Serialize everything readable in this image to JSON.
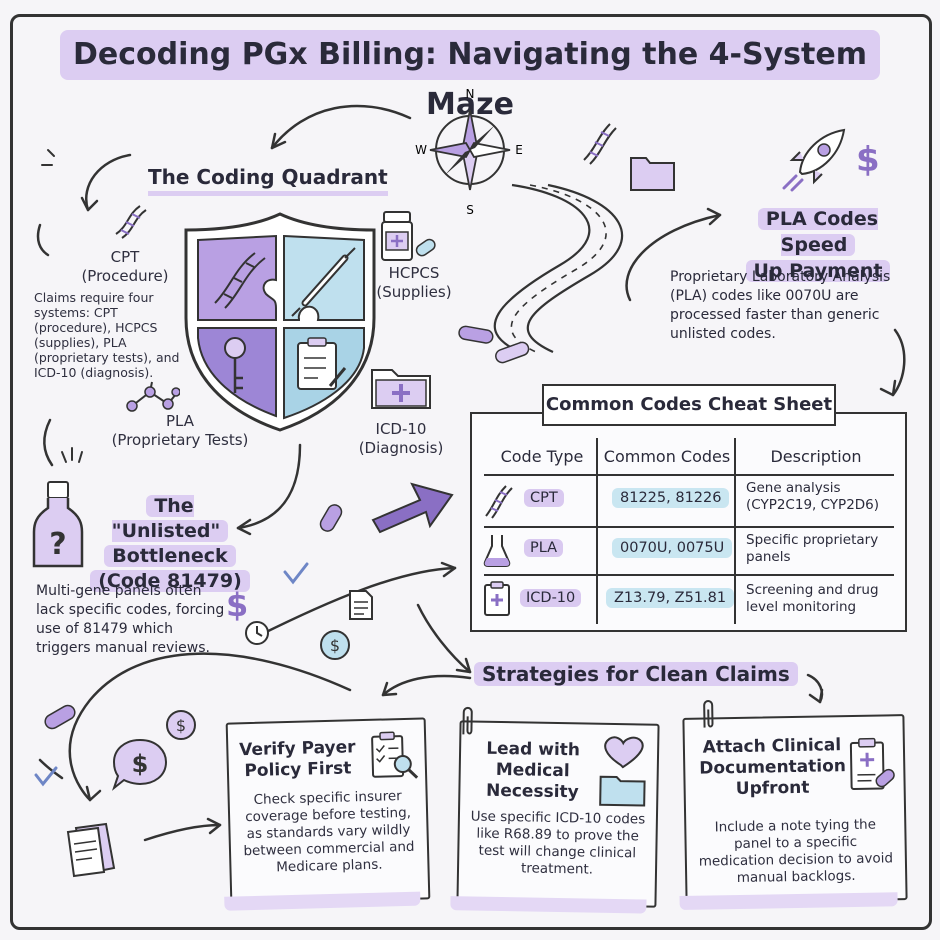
{
  "title": "Decoding PGx Billing: Navigating the 4-System Maze",
  "compass": {
    "n": "N",
    "e": "E",
    "s": "S",
    "w": "W"
  },
  "quadrant": {
    "heading": "The Coding Quadrant",
    "cpt_label": "CPT",
    "cpt_sub": "(Procedure)",
    "intro": "Claims require four systems: CPT (procedure), HCPCS (supplies), PLA (proprietary tests), and ICD-10 (diagnosis).",
    "hcpcs_label": "HCPCS",
    "hcpcs_sub": "(Supplies)",
    "pla_label": "PLA",
    "pla_sub": "(Proprietary Tests)",
    "icd_label": "ICD-10",
    "icd_sub": "(Diagnosis)"
  },
  "pla_speed": {
    "heading_line1": "PLA Codes Speed",
    "heading_line2": "Up Payment",
    "body": "Proprietary Laboratory Analysis (PLA) codes like 0070U are processed faster than generic unlisted codes."
  },
  "bottleneck": {
    "heading_line1": "The \"Unlisted\"",
    "heading_line2": "Bottleneck",
    "heading_line3": "(Code 81479)",
    "body": "Multi-gene panels often lack specific codes, forcing use of 81479 which triggers manual reviews."
  },
  "cheat_sheet": {
    "title": "Common Codes Cheat Sheet",
    "headers": [
      "Code Type",
      "Common Codes",
      "Description"
    ],
    "rows": [
      {
        "type": "CPT",
        "codes": "81225, 81226",
        "desc": "Gene analysis (CYP2C19, CYP2D6)"
      },
      {
        "type": "PLA",
        "codes": "0070U, 0075U",
        "desc": "Specific proprietary panels"
      },
      {
        "type": "ICD-10",
        "codes": "Z13.79, Z51.81",
        "desc": "Screening and drug level monitoring"
      }
    ]
  },
  "strategies": {
    "heading": "Strategies for Clean Claims",
    "cards": [
      {
        "title": "Verify Payer Policy First",
        "body": "Check specific insurer coverage before testing, as standards vary wildly between commercial and Medicare plans."
      },
      {
        "title": "Lead with Medical Necessity",
        "body": "Use specific ICD-10 codes like R68.89 to prove the test will change clinical treatment."
      },
      {
        "title": "Attach Clinical Documentation Upfront",
        "body": "Include a note tying the panel to a specific medication decision to avoid manual backlogs."
      }
    ]
  },
  "icon_symbols": {
    "dollar": "$",
    "question": "?",
    "plus": "+"
  },
  "colors": {
    "purple": "#b9a0e3",
    "light_purple": "#dccdf2",
    "blue": "#bfe0ee",
    "ink": "#333333"
  }
}
